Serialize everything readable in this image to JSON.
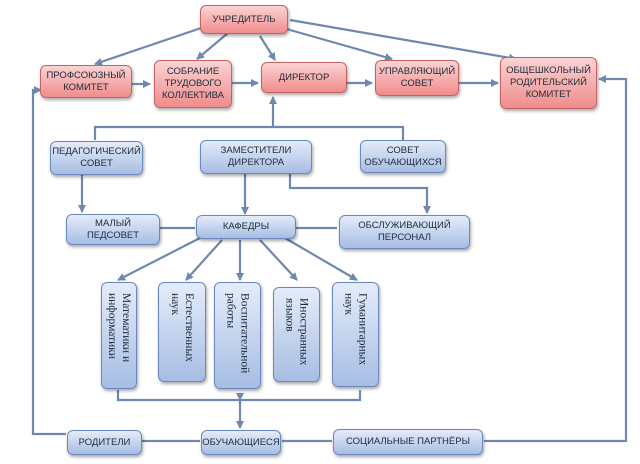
{
  "boxes": {
    "founder": "УЧРЕДИТЕЛЬ",
    "trade_union": "ПРОФСОЮЗНЫЙ\nКОМИТЕТ",
    "labor_meeting": "СОБРАНИЕ\nТРУДОВОГО\nКОЛЛЕКТИВА",
    "director": "ДИРЕКТОР",
    "governing_council": "УПРАВЛЯЮЩИЙ\nСОВЕТ",
    "parent_committee": "ОБЩЕШКОЛЬНЫЙ\nРОДИТЕЛЬСКИЙ\nКОМИТЕТ",
    "pedagogical_council": "ПЕДАГОГИЧЕСКИЙ\nСОВЕТ",
    "deputy_directors": "ЗАМЕСТИТЕЛИ\nДИРЕКТОРА",
    "student_council": "СОВЕТ\nОБУЧАЮЩИХСЯ",
    "small_council": "МАЛЫЙ\nПЕДСОВЕТ",
    "departments": "КАФЕДРЫ",
    "service_staff": "ОБСЛУЖИВАЮЩИЙ\nПЕРСОНАЛ",
    "dept_math": "Математики и\nинформатики",
    "dept_science": "Естественных\nнаук",
    "dept_upbringing": "Воспитательной\nработы",
    "dept_languages": "Иностранных\nязыков",
    "dept_humanities": "Гуманитарных\nнаук",
    "parents": "РОДИТЕЛИ",
    "students": "ОБУЧАЮЩИЕСЯ",
    "social_partners": "СОЦИАЛЬНЫЕ ПАРТНЁРЫ"
  },
  "colors": {
    "governance_fill": "#f08c8c",
    "unit_fill": "#a7bde3",
    "connector": "#6f88ad"
  }
}
